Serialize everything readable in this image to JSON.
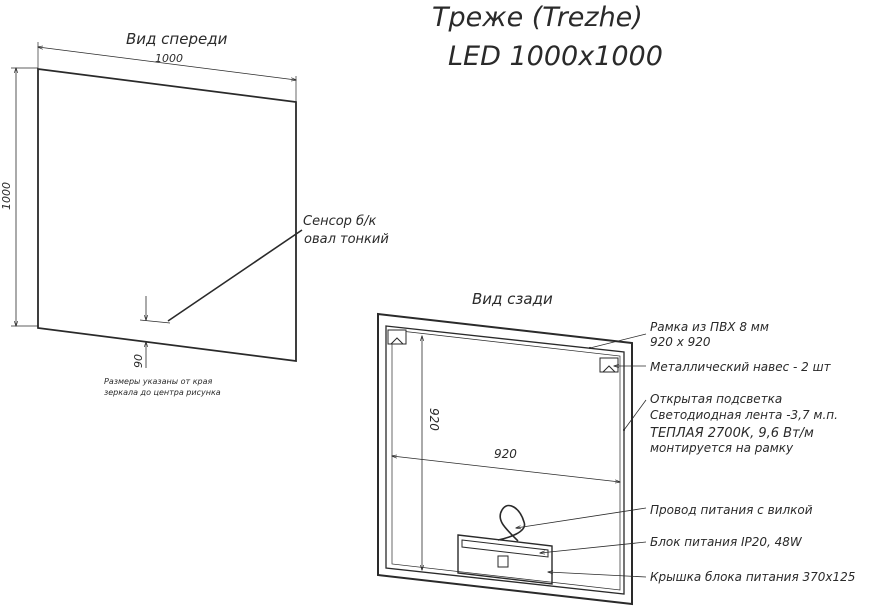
{
  "title": {
    "line1": "Треже (Trezhe)",
    "line2": "LED 1000x1000"
  },
  "front_view": {
    "heading": "Вид спереди",
    "width_dim": "1000",
    "height_dim": "1000",
    "sensor_label_1": "Сенсор б/к",
    "sensor_label_2": "овал тонкий",
    "offset_dim": "90",
    "note_1": "Размеры указаны от края",
    "note_2": "зеркала до центра рисунка"
  },
  "back_view": {
    "heading": "Вид сзади",
    "frame_width_dim": "920",
    "frame_height_dim": "920"
  },
  "callouts": {
    "frame_1": "Рамка из ПВХ 8 мм",
    "frame_2": "920 х 920",
    "hanger": "Металлический навес - 2 шт",
    "light_1": "Открытая подсветка",
    "light_2": "Светодиодная лента -3,7 м.п.",
    "light_3": "ТЕПЛАЯ 2700К, 9,6 Вт/м",
    "light_4": "монтируется на рамку",
    "cable": "Провод питания с вилкой",
    "psu": "Блок питания IP20, 48W",
    "cover": "Крышка блока питания 370х125"
  }
}
